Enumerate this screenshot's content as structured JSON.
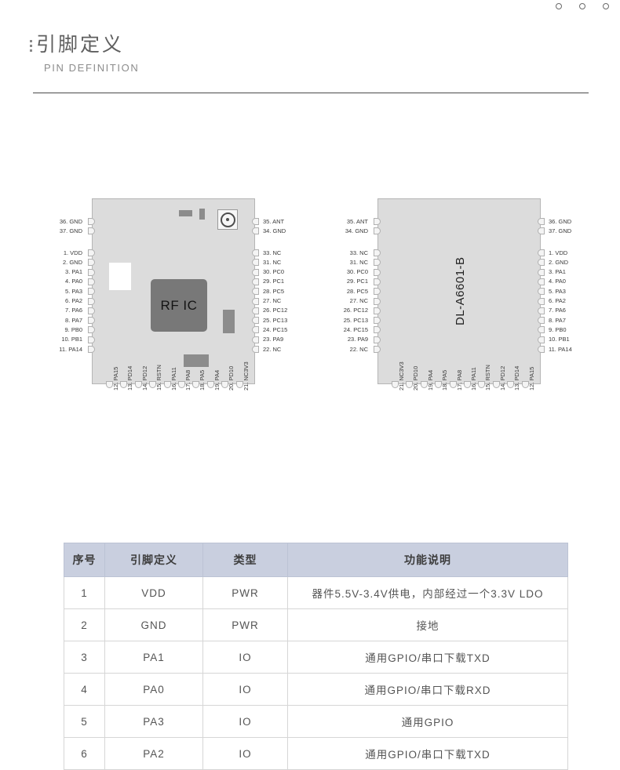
{
  "window": {
    "dots": [
      "dot-1",
      "dot-2",
      "dot-3"
    ]
  },
  "header": {
    "kebab_icon": "vertical-dots-icon",
    "title_cn": "引脚定义",
    "title_en": "PIN DEFINITION"
  },
  "diagrams": [
    {
      "id": "module-top-view",
      "part_label": "RF IC",
      "left_pins": [
        "36. GND",
        "37. GND",
        "1. VDD",
        "2. GND",
        "3. PA1",
        "4. PA0",
        "5. PA3",
        "6. PA2",
        "7. PA6",
        "8. PA7",
        "9. PB0",
        "10. PB1",
        "11. PA14"
      ],
      "right_pins": [
        "35. ANT",
        "34. GND",
        "33. NC",
        "31. NC",
        "30. PC0",
        "29. PC1",
        "28. PC5",
        "27. NC",
        "26. PC12",
        "25. PC13",
        "24. PC15",
        "23. PA9",
        "22. NC"
      ],
      "bottom_pins": [
        "12. PA15",
        "13. PD14",
        "14. PD12",
        "15. RSTN",
        "16. PA11",
        "17. PA8",
        "18. PA5",
        "19. PA4",
        "20. PD10",
        "21. NC3V3"
      ],
      "components": [
        "shield-can",
        "capacitor",
        "ipex-connector",
        "crystal",
        "pad"
      ]
    },
    {
      "id": "module-bottom-view",
      "part_label": "DL-A6601-B",
      "left_pins": [
        "35. ANT",
        "34. GND",
        "33. NC",
        "31. NC",
        "30. PC0",
        "29. PC1",
        "28. PC5",
        "27. NC",
        "26. PC12",
        "25. PC13",
        "24. PC15",
        "23. PA9",
        "22. NC"
      ],
      "right_pins": [
        "36. GND",
        "37. GND",
        "1. VDD",
        "2. GND",
        "3. PA1",
        "4. PA0",
        "5. PA3",
        "6. PA2",
        "7. PA6",
        "8. PA7",
        "9. PB0",
        "10. PB1",
        "11. PA14"
      ],
      "bottom_pins": [
        "21. NC3V3",
        "20. PD10",
        "19. PA4",
        "18. PA5",
        "17. PA8",
        "16. PA11",
        "15. RSTN",
        "14. PD12",
        "13. PD14",
        "12. PA15"
      ]
    }
  ],
  "table": {
    "headers": [
      "序号",
      "引脚定义",
      "类型",
      "功能说明"
    ],
    "rows": [
      {
        "no": "1",
        "pin": "VDD",
        "type": "PWR",
        "desc": "器件5.5V-3.4V供电，内部经过一个3.3V LDO"
      },
      {
        "no": "2",
        "pin": "GND",
        "type": "PWR",
        "desc": "接地"
      },
      {
        "no": "3",
        "pin": "PA1",
        "type": "IO",
        "desc": "通用GPIO/串口下载TXD"
      },
      {
        "no": "4",
        "pin": "PA0",
        "type": "IO",
        "desc": "通用GPIO/串口下载RXD"
      },
      {
        "no": "5",
        "pin": "PA3",
        "type": "IO",
        "desc": "通用GPIO"
      },
      {
        "no": "6",
        "pin": "PA2",
        "type": "IO",
        "desc": "通用GPIO/串口下载TXD"
      }
    ]
  },
  "colors": {
    "header_bg": "#c9cfdf",
    "module_body": "#dcdcdc",
    "component": "#8c8c8c",
    "rfic": "#787878",
    "rule": "#4a4a4a"
  }
}
